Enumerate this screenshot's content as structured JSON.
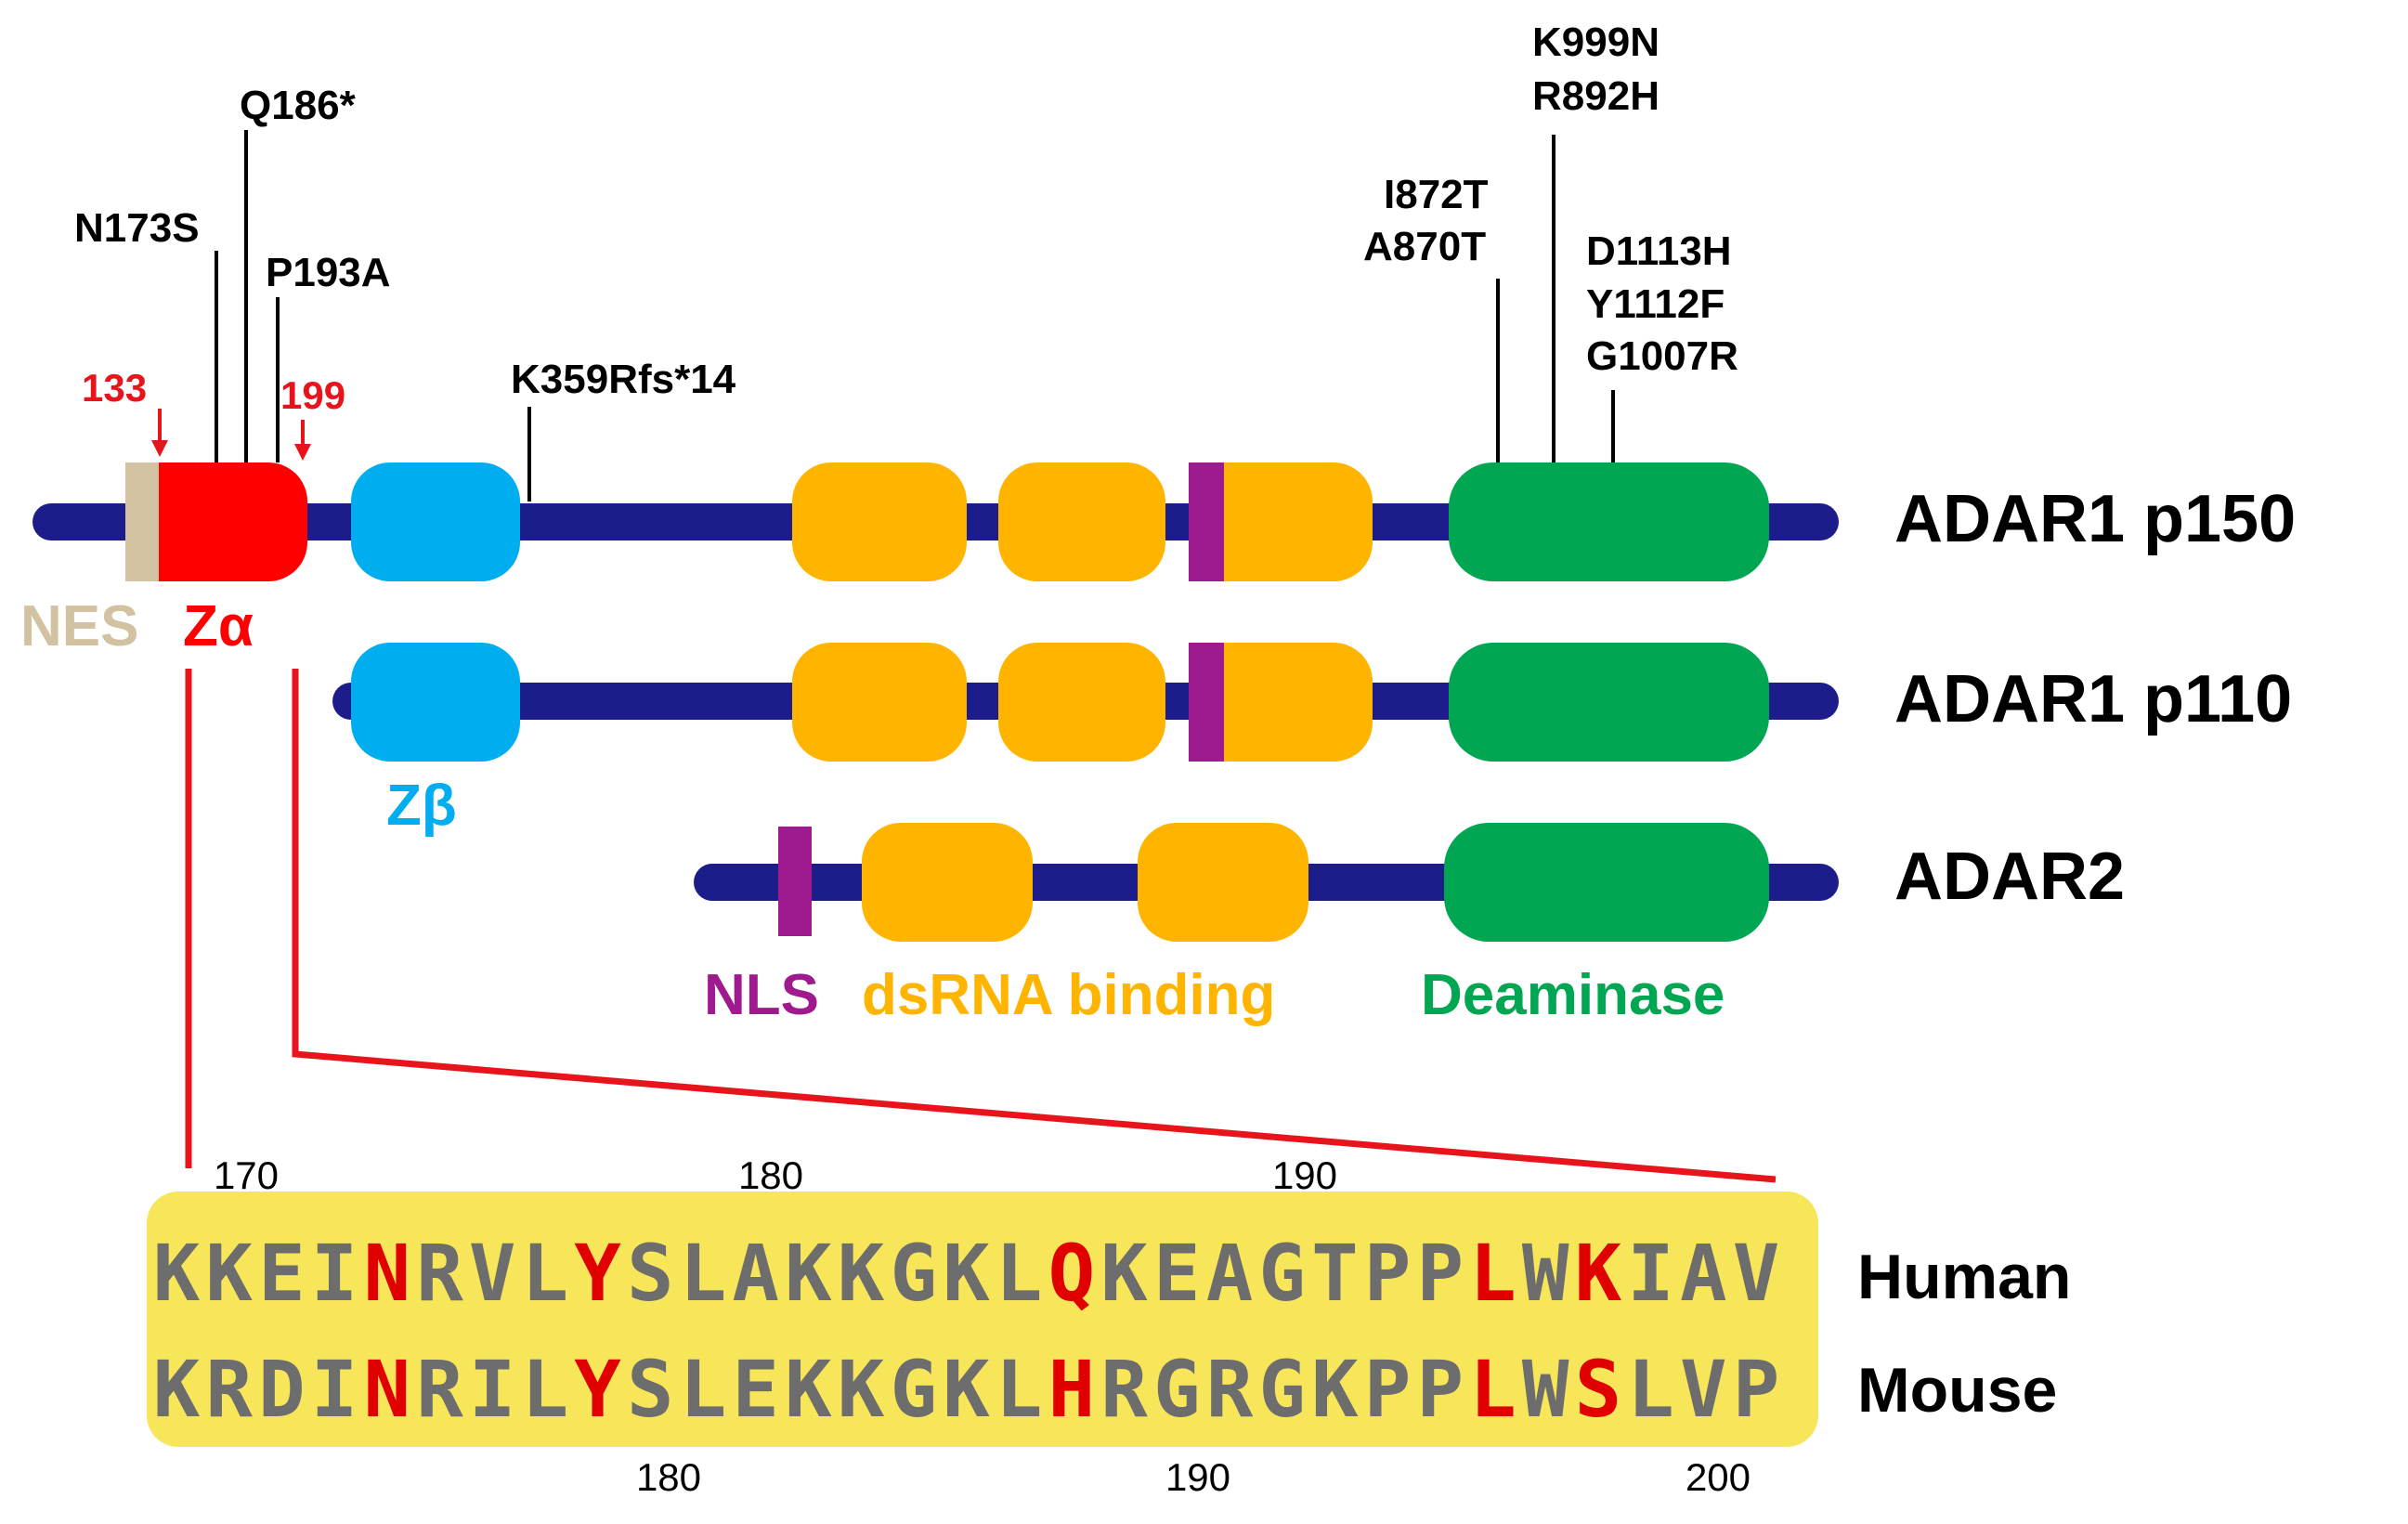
{
  "colors": {
    "backbone": "#1c1c8a",
    "nes": "#d2c2a2",
    "z_alpha": "#ff0000",
    "z_beta": "#00aeef",
    "dsrna": "#ffb400",
    "deaminase": "#00a651",
    "nls": "#9e1a8e",
    "mutation_text": "#000000",
    "boundary_text": "#e8141b",
    "alignment_box": "#f7e65a",
    "residue_grey": "#6d6d6d",
    "residue_highlight": "#e00000"
  },
  "proteins": {
    "p150": "ADAR1 p150",
    "p110": "ADAR1 p110",
    "adar2": "ADAR2"
  },
  "domain_labels": {
    "nes": "NES",
    "z_alpha": "Zα",
    "z_beta": "Zβ",
    "nls": "NLS",
    "dsrna": "dsRNA binding",
    "deaminase": "Deaminase"
  },
  "boundaries": {
    "start": "133",
    "end": "199"
  },
  "mutations": {
    "n173s": "N173S",
    "q186": "Q186*",
    "p193a": "P193A",
    "k359": "K359Rfs*14",
    "i872t": "I872T",
    "a870t": "A870T",
    "k999n": "K999N",
    "r892h": "R892H",
    "d1113h": "D1113H",
    "y1112f": "Y1112F",
    "g1007r": "G1007R"
  },
  "alignment": {
    "human_label": "Human",
    "mouse_label": "Mouse",
    "human_sequence": "KKEINRVLYSLAKKGKLQKEAGTPPLWKIAV",
    "mouse_sequence": "KRDINRILYSLEKKGKLHRGRGKPPLWSLVP",
    "highlight_positions": [
      4,
      8,
      17,
      25,
      27
    ],
    "human_ticks": [
      "170",
      "180",
      "190"
    ],
    "mouse_ticks": [
      "180",
      "190",
      "200"
    ]
  }
}
